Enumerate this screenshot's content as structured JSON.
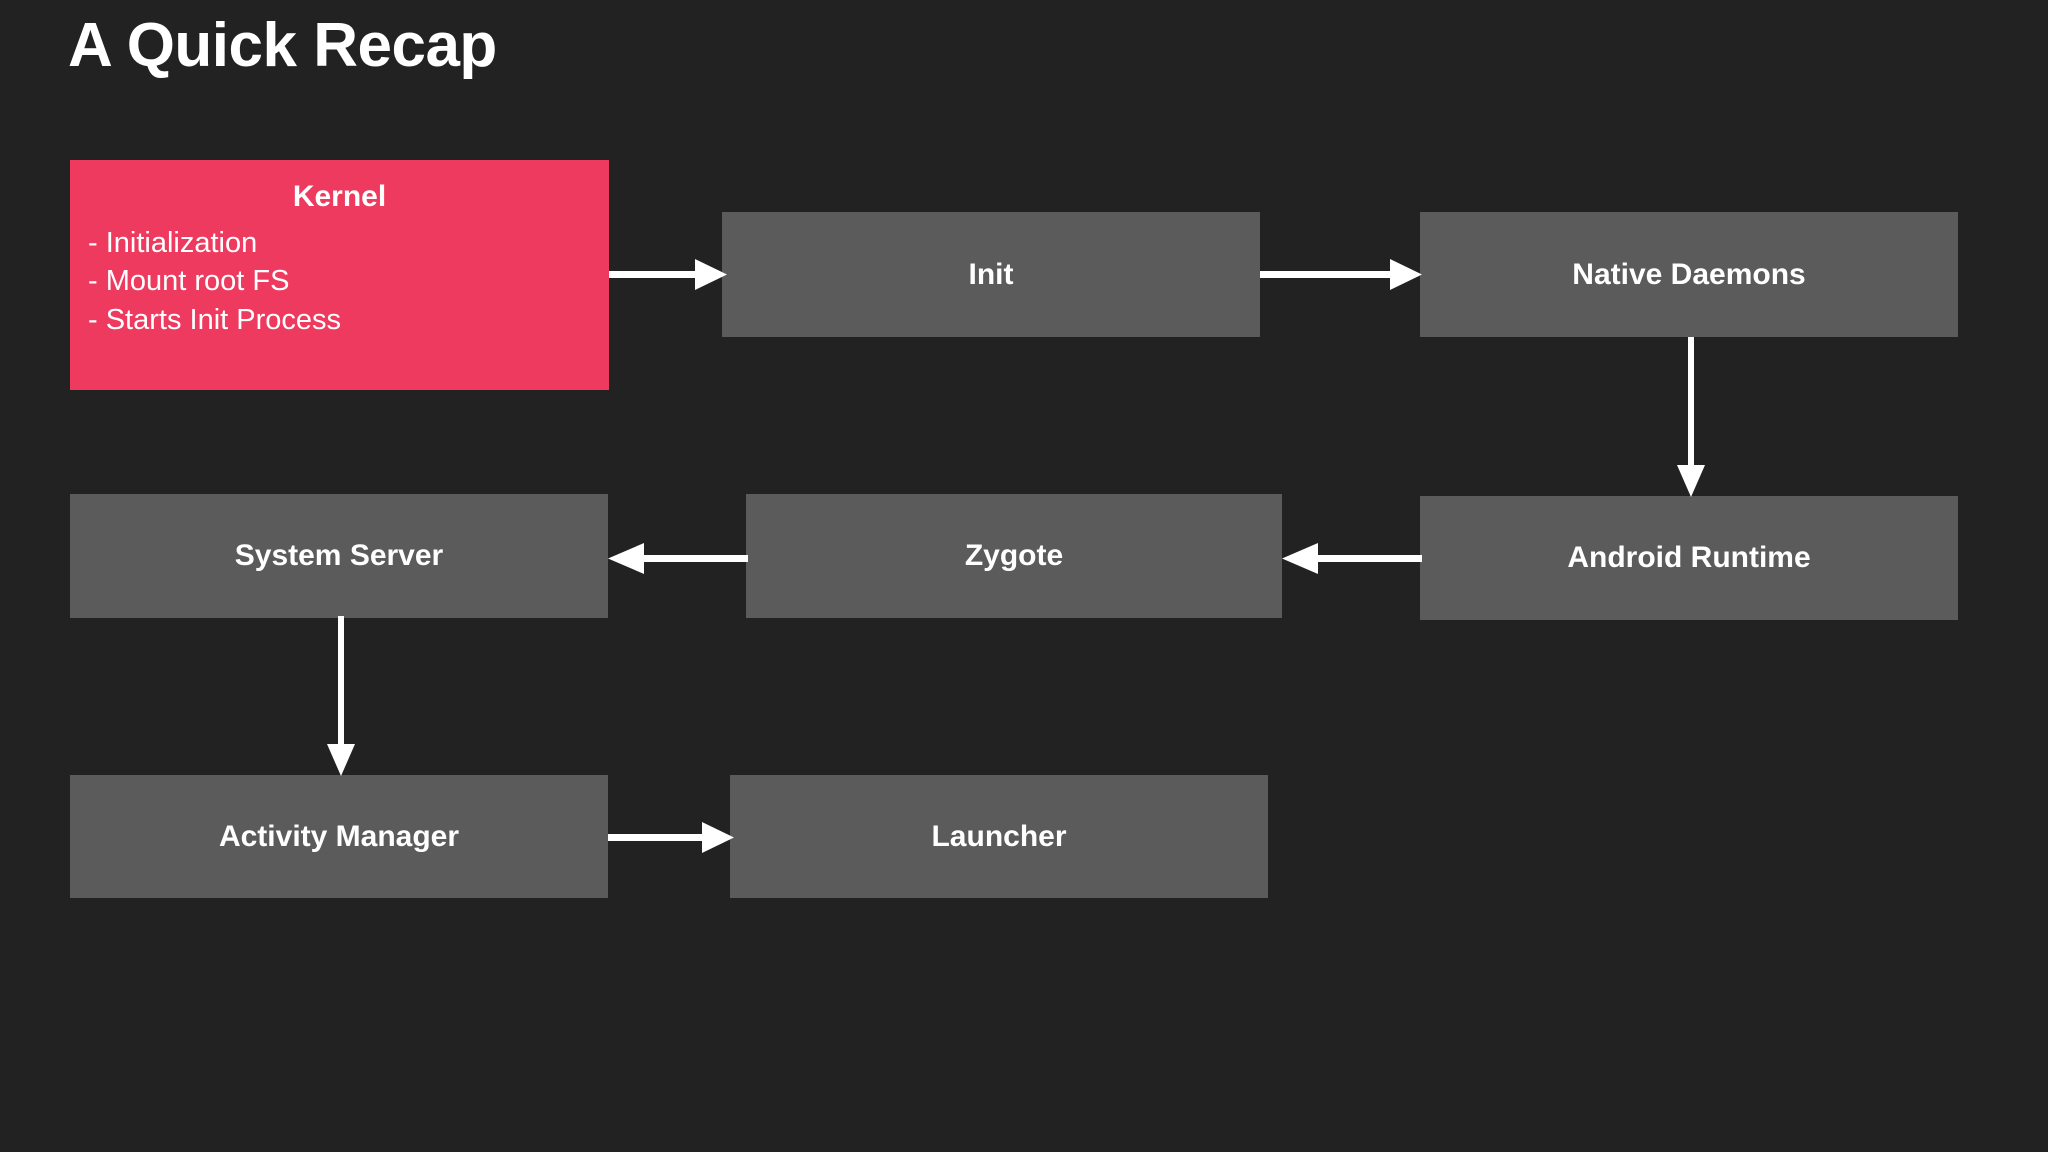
{
  "slide": {
    "title": "A Quick Recap",
    "background_color": "#222222",
    "node_color": "#5B5B5B",
    "accent_color": "#EE3A5F",
    "text_color": "#FFFFFF",
    "connector_color": "#FFFFFF"
  },
  "nodes": [
    {
      "id": "kernel",
      "label": "Kernel",
      "style": "accent",
      "bullets": [
        "- Initialization",
        "- Mount root FS",
        "- Starts Init Process"
      ]
    },
    {
      "id": "init",
      "label": "Init",
      "style": "default"
    },
    {
      "id": "native-daemons",
      "label": "Native Daemons",
      "style": "default"
    },
    {
      "id": "android-runtime",
      "label": "Android Runtime",
      "style": "default"
    },
    {
      "id": "zygote",
      "label": "Zygote",
      "style": "default"
    },
    {
      "id": "system-server",
      "label": "System Server",
      "style": "default"
    },
    {
      "id": "activity-manager",
      "label": "Activity Manager",
      "style": "default"
    },
    {
      "id": "launcher",
      "label": "Launcher",
      "style": "default"
    }
  ],
  "connectors": [
    {
      "id": "kernel-to-init",
      "from": "kernel",
      "to": "init",
      "direction": "right"
    },
    {
      "id": "init-to-native-daemons",
      "from": "init",
      "to": "native-daemons",
      "direction": "right"
    },
    {
      "id": "native-daemons-to-android-runtime",
      "from": "native-daemons",
      "to": "android-runtime",
      "direction": "down"
    },
    {
      "id": "android-runtime-to-zygote",
      "from": "android-runtime",
      "to": "zygote",
      "direction": "left"
    },
    {
      "id": "zygote-to-system-server",
      "from": "zygote",
      "to": "system-server",
      "direction": "left"
    },
    {
      "id": "system-server-to-activity-manager",
      "from": "system-server",
      "to": "activity-manager",
      "direction": "down"
    },
    {
      "id": "activity-manager-to-launcher",
      "from": "activity-manager",
      "to": "launcher",
      "direction": "right"
    }
  ]
}
